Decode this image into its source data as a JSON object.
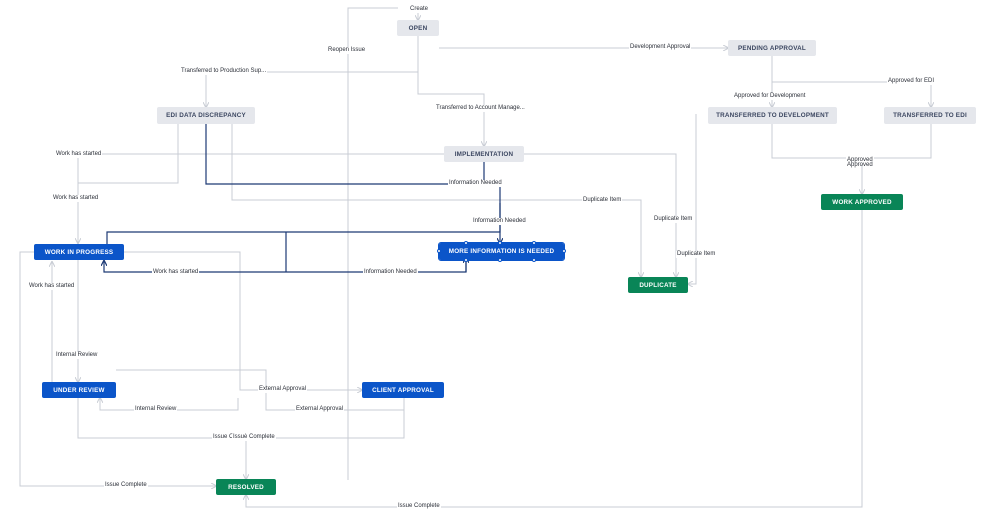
{
  "statuses": {
    "open": "OPEN",
    "pending_approval": "PENDING APPROVAL",
    "edi_discrepancy": "EDI DATA DISCREPANCY",
    "transferred_dev": "TRANSFERRED TO DEVELOPMENT",
    "transferred_edi": "TRANSFERRED TO EDI",
    "implementation": "IMPLEMENTATION",
    "work_approved": "WORK APPROVED",
    "work_in_progress": "WORK IN PROGRESS",
    "more_info": "MORE INFORMATION IS NEEDED",
    "duplicate": "DUPLICATE",
    "under_review": "UNDER REVIEW",
    "client_approval": "CLIENT APPROVAL",
    "resolved": "RESOLVED"
  },
  "transitions": {
    "create": "Create",
    "reopen_issue": "Reopen Issue",
    "development_approval": "Development Approval",
    "transferred_production": "Transferred to Production Sup...",
    "transferred_account": "Transferred to Account Manage...",
    "approved_for_development": "Approved for Development",
    "approved_for_edi": "Approved for EDI",
    "approved_a": "Approved",
    "approved_b": "Approved",
    "work_started_1": "Work has started",
    "work_started_2": "Work has started",
    "work_started_3": "Work has started",
    "work_started_4": "Work has started",
    "info_needed_1": "Information Needed",
    "info_needed_2": "Information Needed",
    "info_needed_3": "Information Needed",
    "duplicate_item_1": "Duplicate Item",
    "duplicate_item_2": "Duplicate Item",
    "duplicate_item_3": "Duplicate Item",
    "internal_review_1": "Internal Review",
    "internal_review_2": "Internal Review",
    "external_approval_1": "External Approval",
    "external_approval_2": "External Approval",
    "issue_complete_1": "Issue Complete",
    "issue_complete_2": "Issue Complete",
    "issue_complete_3": "Issue Complete",
    "issue_complete_4": "Issue Complete"
  },
  "colors": {
    "todo_bg": "#e5e7ec",
    "progress_bg": "#0b55c9",
    "done_bg": "#098557",
    "line": "#c8ccd4",
    "line_selected": "#1d3a75"
  }
}
